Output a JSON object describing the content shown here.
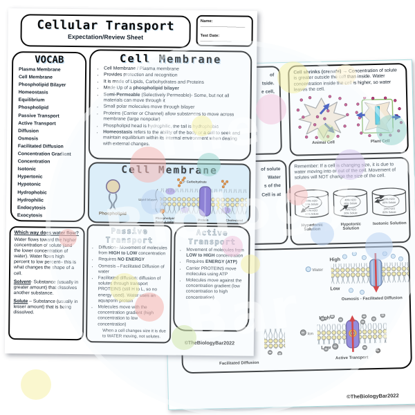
{
  "page1": {
    "title": "Cellular Transport",
    "subtitle": "Expectation/Review Sheet",
    "name_field": "Name: ____________________",
    "test_date_field": "Test Date: ______________",
    "vocab": {
      "title": "VOCAB",
      "terms": [
        "Plasma Membrane",
        "Cell Membrane",
        "Phospholipid Bilayer",
        "Homeostasis",
        "Equilibrium",
        "Phospholipid",
        "Passive Transport",
        "Active Transport",
        "Diffusion",
        "Osmosis",
        "Facilitated Diffusion",
        "Concentration Gradient",
        "Concentration",
        "Isotonic",
        "Hypertonic",
        "Hypotonic",
        "Hydrophobic",
        "Hydrophilic",
        "Endocytosis",
        "Exocytosis"
      ]
    },
    "cell_membrane_notes": {
      "title": "Cell Membrane",
      "bullets": [
        "Cell Membrane / Plasma membrane",
        "Provides protection and recognition",
        "It is made of Lipids, Carbohydrates and Proteins",
        "Made Up of a **phospholipid bilayer**",
        "**Semi-Permeable** (Selectively Permeable)- Some, but not all materials can move through it",
        "Small polar molecules move through bilayer",
        "Proteins (Carrier or Channel) allow substances to move across membrane (large nonpolar)",
        "Phospholipid head is hydrophilic, the tail is hydrophobic",
        "**Homeostasis** refers to the ability of the body or a cell to seek and maintain equilibrium within its internal environment when dealing with external changes."
      ]
    },
    "membrane_diagram": {
      "title": "Cell Membrane",
      "labels": {
        "phospholipid": "Phospholipid",
        "carbohydrate": "Carbohydrate",
        "lipid_bilayer": "Lipid bilayer",
        "head_tails_1": "Phospholipid",
        "head_tails_2": "(head & tails)",
        "protein": "Protein",
        "cholesterol": "Cholesterol"
      }
    },
    "water_flow": {
      "heading": "Which way does water flow?",
      "body": "Water flows toward the higher concentration of solute (and the lower concentration of water). Water flows high percent to low percent– this is what changes the shape of a cell.",
      "solvent": "**Solvent**- Substance (usually in greater amount) that dissolves another substance.",
      "solute": "**Solute** – Substance (usually in lesser amount) that is being dissolved."
    },
    "passive_transport": {
      "title": "Passive Transport",
      "bullets": [
        "Diffusion– Movement of molecules from **HIGH to LOW** concentration",
        "Requires **NO ENERGY**",
        "Osmosis→Facilitated Diffusion of water",
        "Facilitated diffusion: diffusion of solutes through transport PROTEINS (still H to L, so no energy used). Water uses an aquaporin protein",
        "Molecules move with the concentration gradient (high concentration to low concentration)"
      ],
      "sub_bullet": "When a cell changes size it is due to WATER moving, not solutes."
    },
    "active_transport": {
      "title_lines": [
        "Active",
        "Transport"
      ],
      "bullets": [
        "Movement of molecules from **LOW to HIGH** concentration",
        "Requires **ENERGY (ATP)**",
        "Carrier PROTEINS move molecules using ATP",
        "Molecules move against the concentration gradient (low concentration to high concentration)"
      ]
    },
    "copyright": "©TheBiologyBar2022"
  },
  "page2": {
    "hidden_box_top_fragments": [
      "of",
      "tside.",
      "e cell,"
    ],
    "hidden_box_mid_fragments": [
      "of solute",
      "Water",
      "s of the",
      "Cell is at"
    ],
    "crenate_box": {
      "body": "**Cell shrinks (crenate)** → Concentration of solute is greater outside the cell than inside. Water concentration inside the cell is higher, so water leaves the cell.",
      "animal_label": "Animal Cell",
      "plant_label": "Plant Cell"
    },
    "remember_box": {
      "body": "Remember:  If a cell is changing size, it is due to water moving into or out of the cell. Movement of solutes will NOT change the size of the cell."
    },
    "solutions": [
      {
        "name": "Hypertonic Solution",
        "cell_line1": "90% H2O",
        "cell_line2": "10% Solute",
        "sol_line1": "40% H2O",
        "sol_line2": "60% Solute"
      },
      {
        "name": "Hypotonic Solution",
        "cell_line1": "40% H2O",
        "cell_line2": "60% Solute",
        "sol_line1": "70% H2O",
        "sol_line2": "30% Solute"
      },
      {
        "name": "Isotonic Solution",
        "cell_line1": "20% H2O",
        "cell_line2": "80% Solute",
        "sol_line1": "20% H2O",
        "sol_line2": "80% Solute"
      }
    ],
    "transport_diagrams": {
      "high_label": "High",
      "low_label": "Low",
      "water_label": "Water",
      "ion_label": "Ion",
      "osmosis_caption": "Osmosis - Facilitated Diffusion",
      "facilitated_caption": "Facilitated Diffusion",
      "active_caption": "Active Transport"
    },
    "copyright": "©TheBiologyBar2022"
  },
  "watermark": {
    "line1": "The",
    "line2": "Biology",
    "line3": "Bar"
  },
  "colors": {
    "arrow_blue": "#1f3bb3",
    "arrow_red": "#cc1111",
    "solute_dot": "#c2417f",
    "membrane_head": "#f1e49b",
    "diagram_bg": "#d9ecf8",
    "title_shadow_blue": "#bcd9ee"
  }
}
